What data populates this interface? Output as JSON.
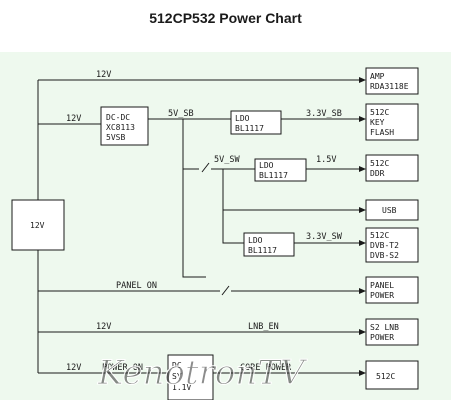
{
  "title": "512CP532 Power Chart",
  "source_box": {
    "label": "12V"
  },
  "blocks": {
    "dcdc": [
      "DC-DC",
      "XC8113",
      "5VSB"
    ],
    "ldo_33_sb": [
      "LDO",
      "BL1117"
    ],
    "ldo_15": [
      "LDO",
      "BL1117"
    ],
    "ldo_33_sw": [
      "LDO",
      "BL1117"
    ],
    "bottom_partial": [
      "DC",
      "SY",
      "1.1V"
    ]
  },
  "loads": {
    "amp": [
      "AMP",
      "RDA3118E"
    ],
    "key_flash": [
      "512C",
      "KEY",
      "FLASH"
    ],
    "ddr": [
      "512C",
      "DDR"
    ],
    "usb": [
      "USB"
    ],
    "dvb": [
      "512C",
      "DVB-T2",
      "DVB-S2"
    ],
    "panel_power": [
      "PANEL",
      "POWER"
    ],
    "s2_lnb": [
      "S2 LNB",
      "POWER"
    ],
    "core": [
      "512C"
    ]
  },
  "wire_labels": {
    "amp_12v": "12V",
    "dcdc_in_12v": "12V",
    "rail_5v_sb": "5V_SB",
    "rail_33_sb": "3.3V_SB",
    "rail_5v_sw": "5V_SW",
    "rail_15v": "1.5V",
    "rail_33_sw": "3.3V_SW",
    "panel_on": "PANEL ON",
    "lnb_12v": "12V",
    "lnb_en": "LNB_EN",
    "bottom_12v": "12V",
    "power_on": "POWER ON",
    "core_power": "CORE POWER"
  },
  "watermark": "KenotronTV"
}
